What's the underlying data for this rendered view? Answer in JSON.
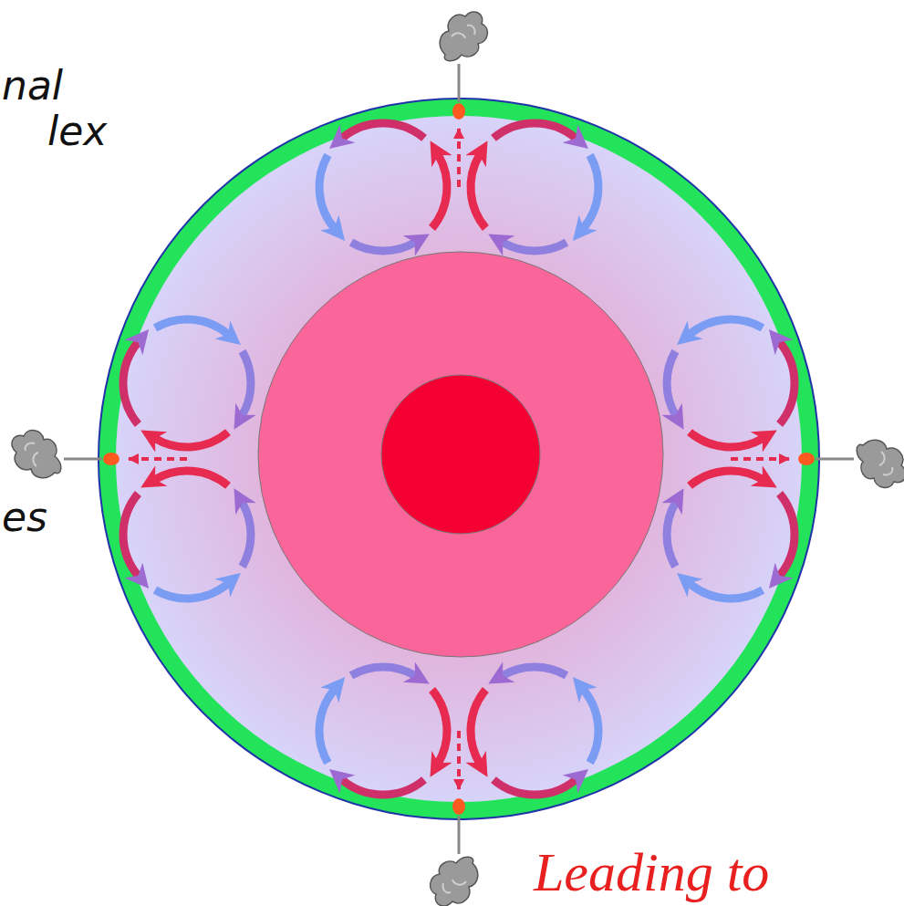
{
  "diagram": {
    "labels": [
      "nal",
      "lex",
      "es",
      "Leading to"
    ]
  }
}
